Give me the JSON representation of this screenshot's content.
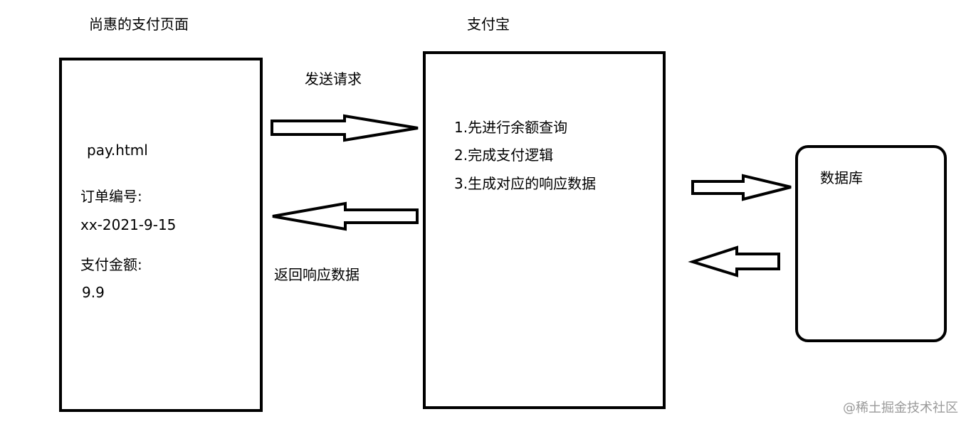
{
  "titles": {
    "left": "尚惠的支付页面",
    "middle": "支付宝"
  },
  "left_box": {
    "file": "pay.html",
    "order_label": "订单编号:",
    "order_value": "xx-2021-9-15",
    "amount_label": "支付金额:",
    "amount_value": "9.9"
  },
  "middle_box": {
    "steps": [
      "1.先进行余额查询",
      "2.完成支付逻辑",
      "3.生成对应的响应数据"
    ]
  },
  "db_box": {
    "label": "数据库"
  },
  "arrows": {
    "request_label": "发送请求",
    "response_label": "返回响应数据"
  },
  "watermark": "@稀土掘金技术社区",
  "colors": {
    "stroke": "#000000",
    "background": "#ffffff",
    "watermark": "#9a9a9a"
  }
}
